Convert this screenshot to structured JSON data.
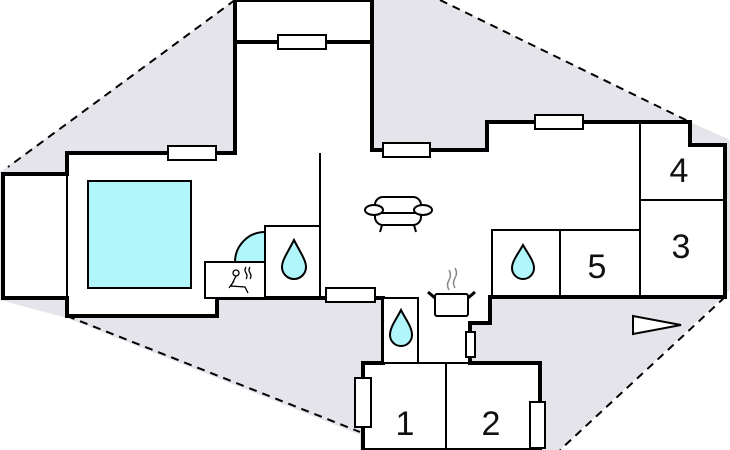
{
  "colors": {
    "outside": "#e4e4ea",
    "water": "#b0f6fa",
    "wall": "#000000"
  },
  "rooms": [
    {
      "number": "1"
    },
    {
      "number": "2"
    },
    {
      "number": "3"
    },
    {
      "number": "4"
    },
    {
      "number": "5"
    }
  ],
  "icons": [
    "pool",
    "sauna-icon",
    "bathroom-drop-icon",
    "sofa-icon",
    "kitchen-pot-icon",
    "north-arrow-icon"
  ]
}
